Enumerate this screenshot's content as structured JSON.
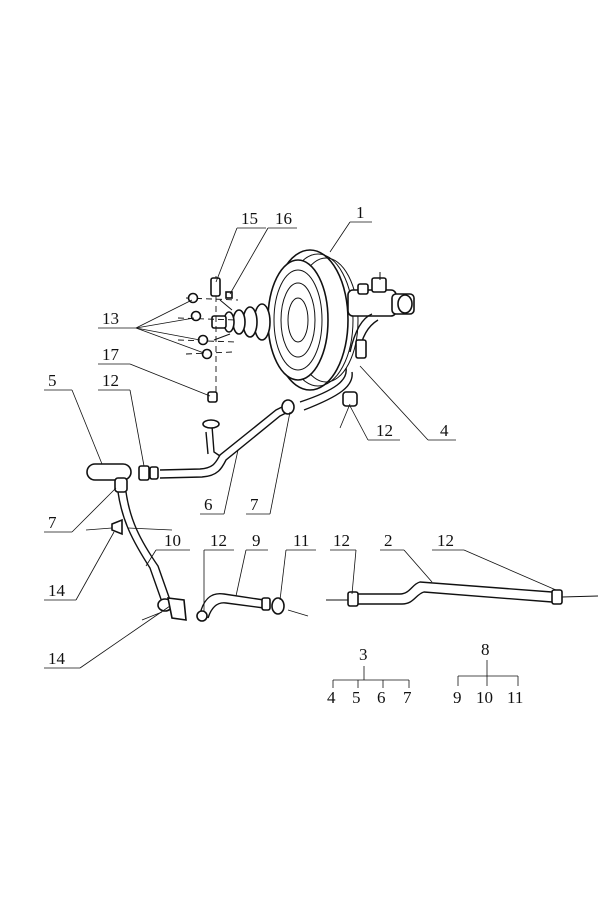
{
  "callouts": {
    "c1": "1",
    "c2": "2",
    "c4": "4",
    "c5": "5",
    "c6": "6",
    "c7a": "7",
    "c7b": "7",
    "c9": "9",
    "c10": "10",
    "c11": "11",
    "c12a": "12",
    "c12b": "12",
    "c12c": "12",
    "c12d": "12",
    "c12e": "12",
    "c13": "13",
    "c14a": "14",
    "c14b": "14",
    "c15": "15",
    "c16": "16",
    "c17": "17"
  },
  "legend": {
    "group3": {
      "parent": "3",
      "children": [
        "4",
        "5",
        "6",
        "7"
      ]
    },
    "group8": {
      "parent": "8",
      "children": [
        "9",
        "10",
        "11"
      ]
    }
  }
}
